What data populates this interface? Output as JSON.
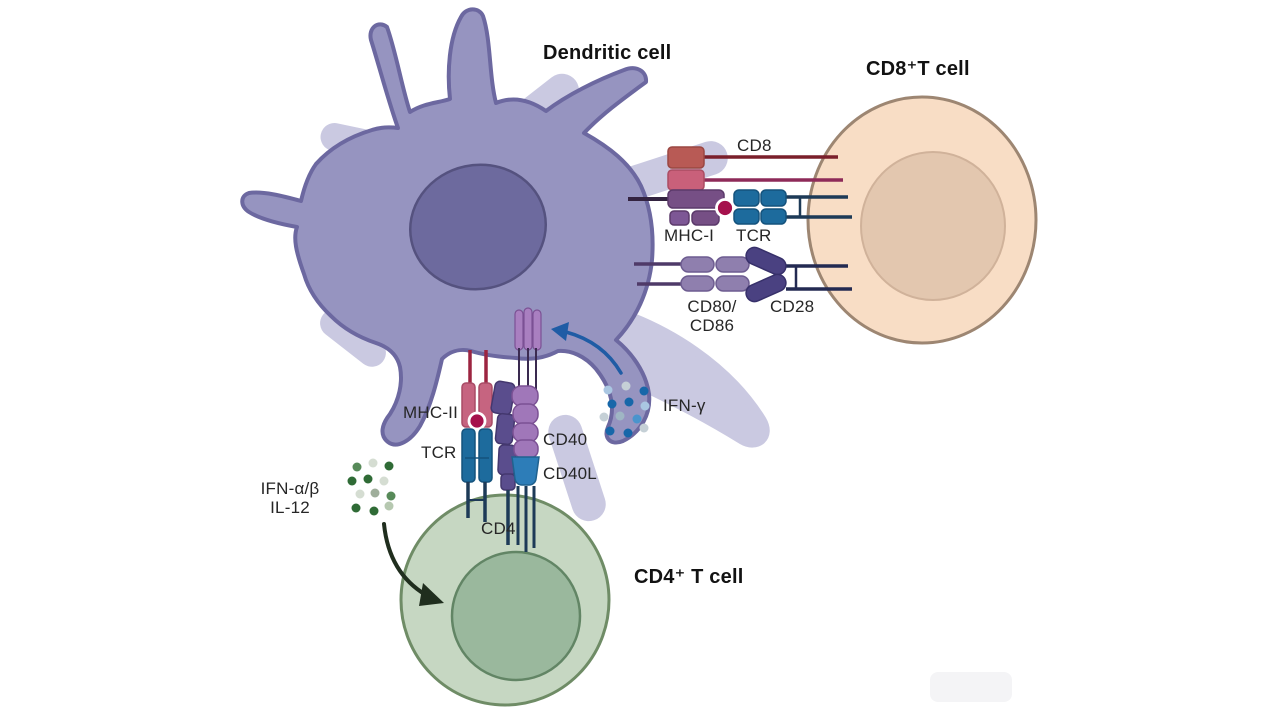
{
  "cells": {
    "dendritic": {
      "label": "Dendritic cell"
    },
    "cd8_t": {
      "label": "CD8⁺T cell"
    },
    "cd4_t": {
      "label": "CD4⁺ T cell"
    }
  },
  "molecules": {
    "cd8": {
      "label": "CD8"
    },
    "mhc1": {
      "label": "MHC-I"
    },
    "tcr_upper": {
      "label": "TCR"
    },
    "cd80_cd86": {
      "label_line1": "CD80/",
      "label_line2": "CD86"
    },
    "cd28": {
      "label": "CD28"
    },
    "mhc2": {
      "label": "MHC-II"
    },
    "tcr_lower": {
      "label": "TCR"
    },
    "cd40": {
      "label": "CD40"
    },
    "cd40l": {
      "label": "CD40L"
    },
    "cd4": {
      "label": "CD4"
    }
  },
  "cytokines": {
    "ifn_gamma": {
      "label": "IFN-γ"
    },
    "ifn_alpha_beta": {
      "label": "IFN-α/β"
    },
    "il12": {
      "label": "IL-12"
    }
  },
  "colors": {
    "background": "#ffffff",
    "dendritic_body": "#9694c0",
    "dendritic_outline": "#6c68a0",
    "dendritic_background_arms": "#cac9e1",
    "dendritic_nucleus": "#6d6a9e",
    "cd8_cell_body": "#f8ddc5",
    "cd8_cell_outline": "#9d8672",
    "cd8_cell_nucleus": "#e3c7af",
    "cd4_cell_body": "#c6d7c2",
    "cd4_cell_outline": "#6f8c66",
    "cd4_cell_nucleus": "#9ab89d",
    "cd8_coreceptor_dark": "#b85a55",
    "cd8_coreceptor_light": "#c9607a",
    "mhc_purple": "#764f85",
    "peptide_magenta": "#a5114c",
    "tcr_blue": "#1d6b9d",
    "membrane_line_navy": "#1d3a57",
    "cd80_cd86_purple": "#8f7fae",
    "cd28_indigo": "#4a4181",
    "mhc2_pink": "#c66480",
    "cd4_coreceptor_purple": "#5a4d8d",
    "cd40_purple": "#a077b9",
    "cd40l_blue": "#2d7db8",
    "ifn_gamma_dots": "#1767a9",
    "ifn_alpha_beta_dots": "#2f6b36",
    "ifn_gamma_arrow": "#1f5ca5",
    "cytokine_arrow": "#202e1e"
  }
}
